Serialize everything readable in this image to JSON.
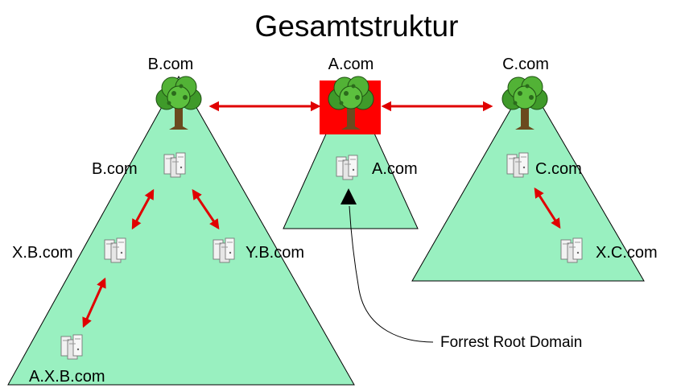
{
  "title": "Gesamtstruktur",
  "forest_root_callout": "Forrest Root Domain",
  "colors": {
    "triangle_fill": "#99f0c0",
    "root_highlight": "#ff0000",
    "trust_arrow": "#e00000",
    "tree_foliage": "#4aa82e",
    "trunk": "#6b4a1e"
  },
  "trees": [
    {
      "top_label": "B.com",
      "root_highlighted": false,
      "domains": [
        "B.com",
        "X.B.com",
        "Y.B.com",
        "A.X.B.com"
      ]
    },
    {
      "top_label": "A.com",
      "root_highlighted": true,
      "domains": [
        "A.com"
      ]
    },
    {
      "top_label": "C.com",
      "root_highlighted": false,
      "domains": [
        "C.com",
        "X.C.com"
      ]
    }
  ],
  "icons": {
    "tree_root": "tree-icon",
    "domain_controller": "server-icon",
    "trust": "double-arrow"
  }
}
